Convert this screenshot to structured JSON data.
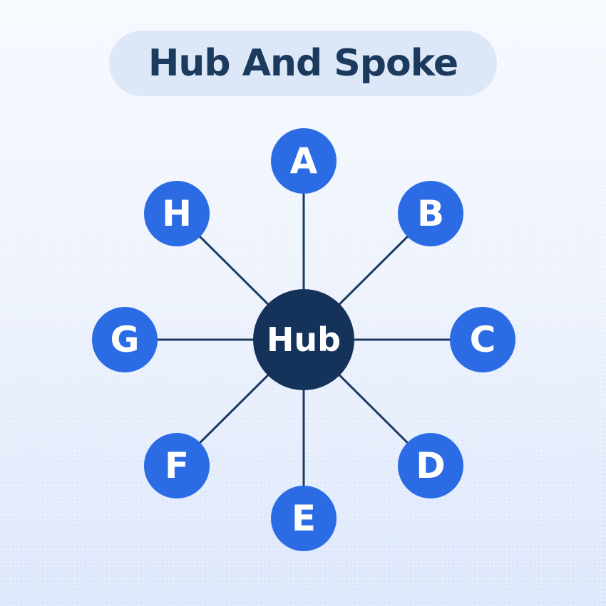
{
  "title": {
    "label": "Hub And Spoke"
  },
  "diagram": {
    "hub": {
      "label": "Hub"
    },
    "spokes": [
      {
        "id": "A",
        "label": "A"
      },
      {
        "id": "B",
        "label": "B"
      },
      {
        "id": "C",
        "label": "C"
      },
      {
        "id": "D",
        "label": "D"
      },
      {
        "id": "E",
        "label": "E"
      },
      {
        "id": "F",
        "label": "F"
      },
      {
        "id": "G",
        "label": "G"
      },
      {
        "id": "H",
        "label": "H"
      }
    ],
    "connections": [
      [
        "Hub",
        "A"
      ],
      [
        "Hub",
        "B"
      ],
      [
        "Hub",
        "C"
      ],
      [
        "Hub",
        "D"
      ],
      [
        "Hub",
        "E"
      ],
      [
        "Hub",
        "F"
      ],
      [
        "Hub",
        "G"
      ],
      [
        "Hub",
        "H"
      ]
    ]
  },
  "colors": {
    "background_top": "#f6f9fe",
    "background_bottom": "#dde7fb",
    "title_pill_background": "#dce7f8",
    "title_text": "#1b3a5e",
    "hub_fill": "#14325a",
    "spoke_fill": "#2b6ce5",
    "node_text": "#ffffff",
    "connector_line": "#1a3a5f"
  }
}
